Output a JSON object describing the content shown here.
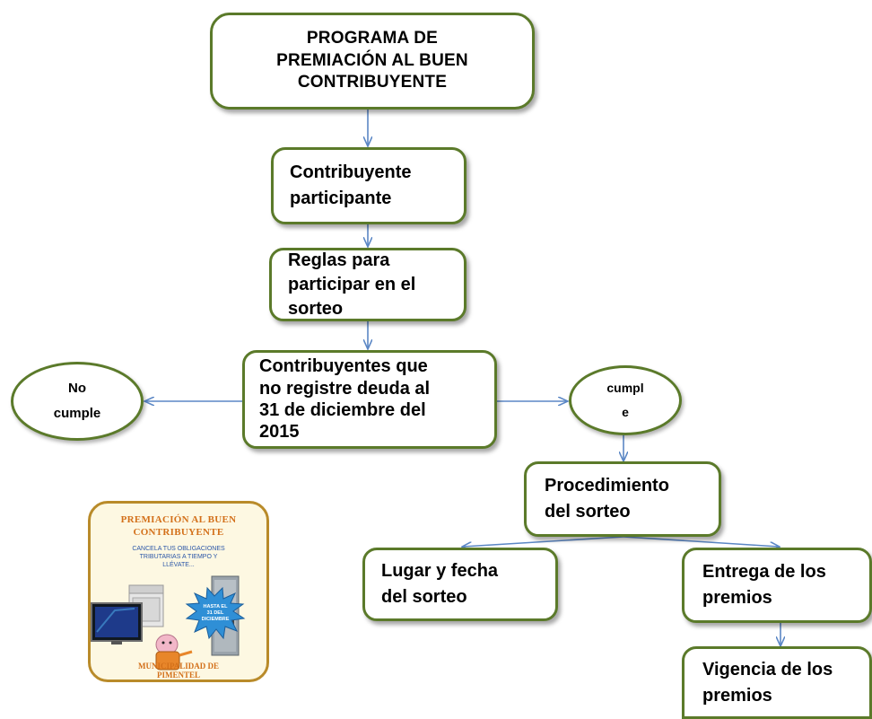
{
  "nodes": {
    "programa": "PROGRAMA DE\nPREMIACIÓN AL BUEN\nCONTRIBUYENTE",
    "participante": "Contribuyente\nparticipante",
    "reglas": "Reglas para\nparticipar en el\nsorteo",
    "condicion": "Contribuyentes que\nno registre deuda al\n31 de diciembre del\n2015",
    "no_cumple": "No\ncumple",
    "cumple": "cumpl\ne",
    "procedimiento": "Procedimiento\ndel sorteo",
    "lugar_fecha": "Lugar y fecha\ndel sorteo",
    "entrega": "Entrega de los\npremios",
    "vigencia": "Vigencia de los\npremios"
  },
  "poster": {
    "title": "PREMIACIÓN AL BUEN\nCONTRIBUYENTE",
    "subtitle": "CANCELA TUS OBLIGACIONES\nTRIBUTARIAS A TIEMPO Y\nLLÉVATE...",
    "badge": "HASTA EL\n31 DEL\nDICIEMBRE",
    "footer": "MUNICIPALIDAD DE\nPIMENTEL"
  },
  "colors": {
    "box_border": "#5b7a2a",
    "arrow": "#5b87c5",
    "poster_border": "#b98b2a",
    "poster_title": "#d3701a",
    "poster_subtitle": "#2a56a8",
    "badge_fill": "#2f8fd6"
  }
}
